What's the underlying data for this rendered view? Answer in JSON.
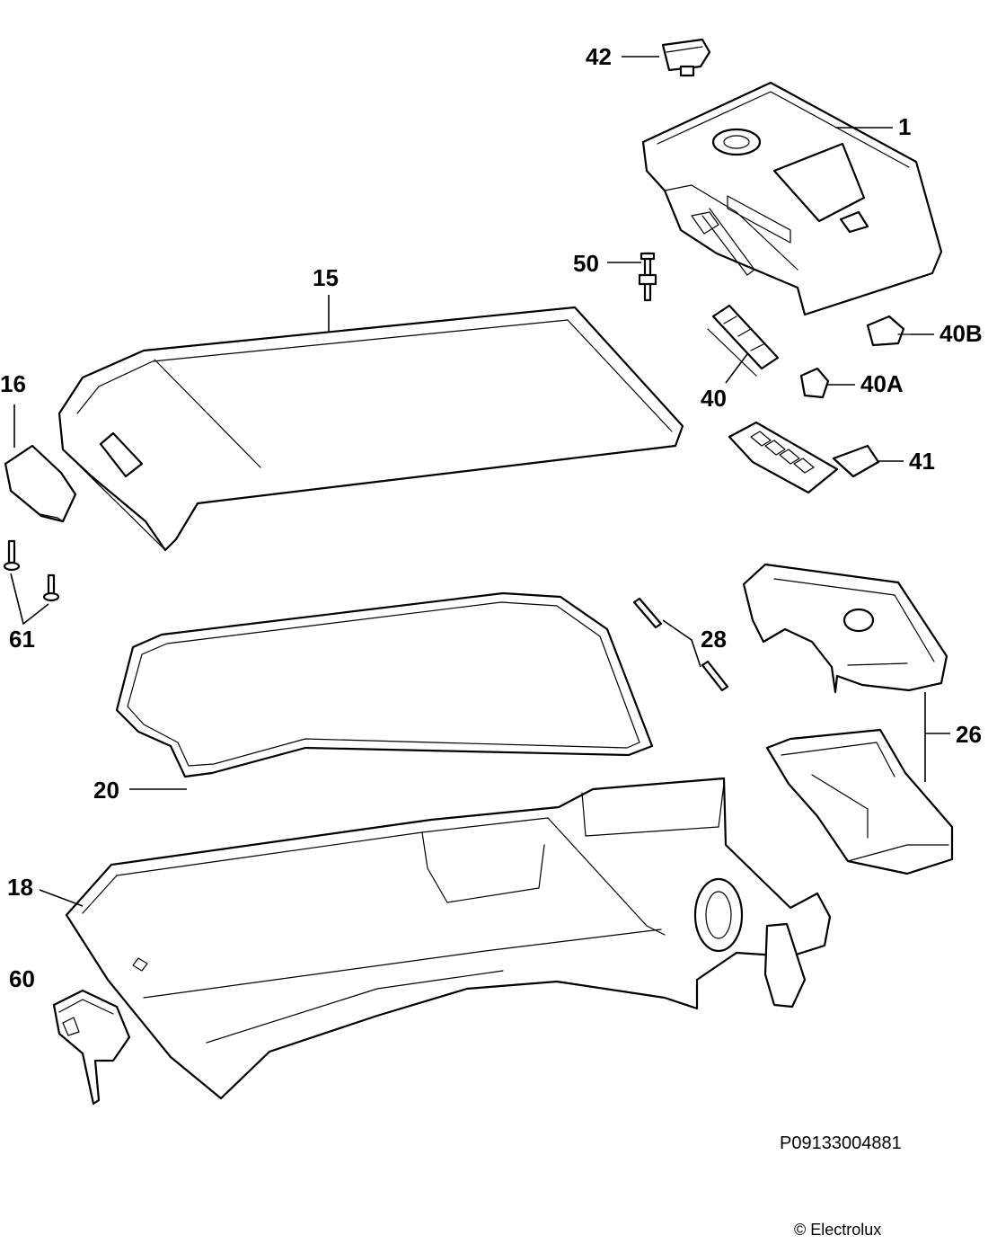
{
  "diagram": {
    "labels": {
      "p42": "42",
      "p1": "1",
      "p50": "50",
      "p15": "15",
      "p40B": "40B",
      "p40": "40",
      "p40A": "40A",
      "p16": "16",
      "p41": "41",
      "p61": "61",
      "p28": "28",
      "p26": "26",
      "p20": "20",
      "p18": "18",
      "p60": "60"
    },
    "document_number": "P09133004881",
    "copyright": "© Electrolux"
  }
}
